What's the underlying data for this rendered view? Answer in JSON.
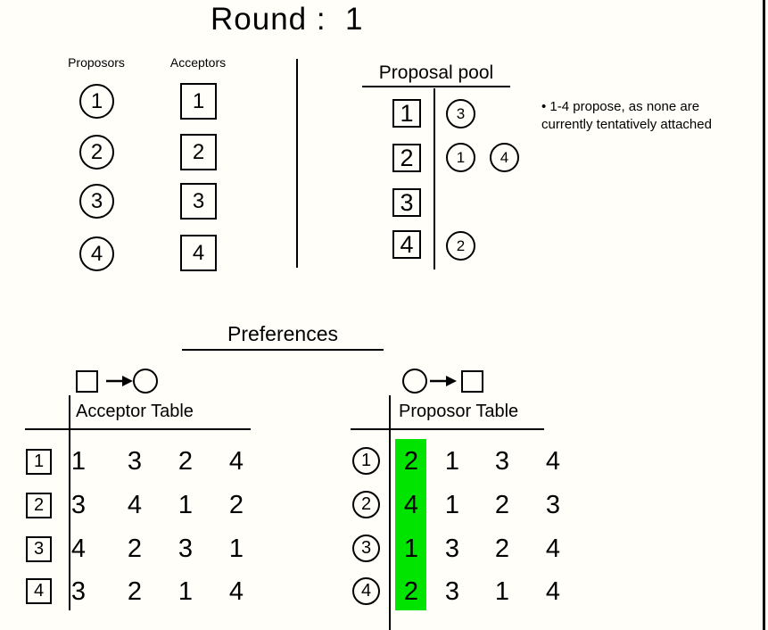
{
  "title": "Round :  1",
  "columns": {
    "proposors": {
      "label": "Proposors",
      "items": [
        "1",
        "2",
        "3",
        "4"
      ]
    },
    "acceptors": {
      "label": "Acceptors",
      "items": [
        "1",
        "2",
        "3",
        "4"
      ]
    }
  },
  "proposal_pool": {
    "title": "Proposal pool",
    "rows": [
      {
        "acceptor": "1",
        "proposers": [
          "3"
        ]
      },
      {
        "acceptor": "2",
        "proposers": [
          "1",
          "4"
        ]
      },
      {
        "acceptor": "3",
        "proposers": []
      },
      {
        "acceptor": "4",
        "proposers": [
          "2"
        ]
      }
    ]
  },
  "note": "• 1-4 propose, as none are currently tentatively attached",
  "preferences": {
    "title": "Preferences",
    "acceptor_table": {
      "title": "Acceptor Table",
      "icon": "square-to-circle-icon",
      "rows": [
        {
          "label": "1",
          "prefs": [
            "1",
            "3",
            "2",
            "4"
          ]
        },
        {
          "label": "2",
          "prefs": [
            "3",
            "4",
            "1",
            "2"
          ]
        },
        {
          "label": "3",
          "prefs": [
            "4",
            "2",
            "3",
            "1"
          ]
        },
        {
          "label": "4",
          "prefs": [
            "3",
            "2",
            "1",
            "4"
          ]
        }
      ]
    },
    "proposor_table": {
      "title": "Proposor Table",
      "icon": "circle-to-square-icon",
      "highlighted_column": 0,
      "highlight_color": "#00e400",
      "rows": [
        {
          "label": "1",
          "prefs": [
            "2",
            "1",
            "3",
            "4"
          ]
        },
        {
          "label": "2",
          "prefs": [
            "4",
            "1",
            "2",
            "3"
          ]
        },
        {
          "label": "3",
          "prefs": [
            "1",
            "3",
            "2",
            "4"
          ]
        },
        {
          "label": "4",
          "prefs": [
            "2",
            "3",
            "1",
            "4"
          ]
        }
      ]
    }
  }
}
